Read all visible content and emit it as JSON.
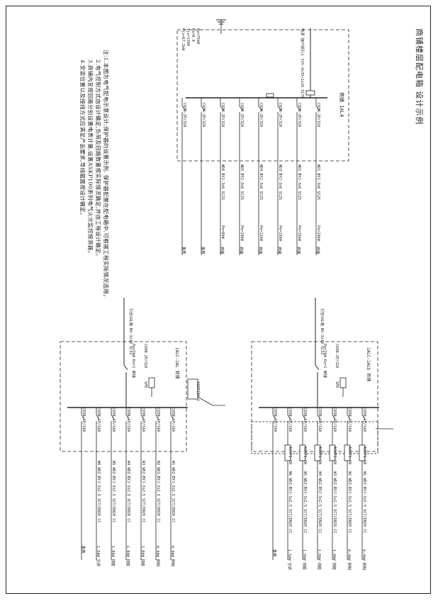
{
  "title": "商铺楼层配电箱 设计示例",
  "notes": [
    "注:1.本图为电气配电示意设计,保护器的设置示例, 保护器配置在配电箱中,可根据工程实际情况选用。",
    "2.电气控制方式由设计确定,负荷及回路数量按实际情况确定,并由工程设计确定。",
    "3.商铺内宜按回路分别设置电表计量,设置ASKP100系列电气火灾监控探测器。",
    "4.安装位置以及接线方式应满足产品要求,导线截面按设计确定。"
  ],
  "top_panel": {
    "label": "商铺 1AL4",
    "incoming": [
      "Pe=75kW",
      "Kx=0.9",
      "Ijs=130A",
      "Pjs=67.5kW"
    ],
    "incoming_cable": "电源 接户线引入 YJV-4x35+1x16 SC70",
    "circuits": [
      {
        "breaker": "C65N-2P/32A",
        "cable": "WD1 BYJ-3x6 SC25",
        "load": "Pe=20kW",
        "use": "商铺"
      },
      {
        "breaker": "C65N-2P/32A",
        "cable": "WD2 BYJ-3x6 SC25",
        "load": "Pe=15kW",
        "use": "商铺"
      },
      {
        "breaker": "C65N-2P/32A",
        "cable": "WD3 BYJ-3x6 SC25",
        "load": "Pe=15kW",
        "use": "商铺"
      },
      {
        "breaker": "C65N-2P/32A",
        "cable": "WD4 BYJ-3x6 SC25",
        "load": "Pe=12kW",
        "use": "商铺"
      },
      {
        "breaker": "C65N-2P/32A",
        "cable": "WD5 BYJ-3x6 SC25",
        "load": "Pe=10kW",
        "use": "商铺"
      },
      {
        "breaker": "C65N-2P/32A",
        "cable": "WD6 BYJ-3x6 SC25",
        "load": "Pe=8kW",
        "use": "商铺"
      },
      {
        "breaker": "C65N-2P/32A",
        "cable": "",
        "load": "",
        "use": "备用"
      },
      {
        "breaker": "C65N-2P/32A",
        "cable": "",
        "load": "",
        "use": "备用"
      }
    ]
  },
  "left_panel": {
    "label": "1ALC-1AL 商铺",
    "incoming": "Pe=7kW Kx=1 商铺",
    "main_breaker": "C65N-2P/32A",
    "spd": "SPD",
    "meter": "ASKP100-1",
    "incoming_cable": "引自1AL箱 BV-3x10 SC32",
    "circuits": [
      {
        "breaker": "C65N-1P/16A",
        "cable": "W1 WDZ-BYJ-3x2.5 SCT/DN20 CC",
        "load": "0.4kW 照明"
      },
      {
        "breaker": "C65N-1P/16A",
        "cable": "W2 WDZ-BYJ-3x2.5 SCT/DN20 CC",
        "load": "0.4kW 照明"
      },
      {
        "breaker": "C65N-1P/16A",
        "cable": "W3 WDZ-BYJ-3x2.5 SCT/DN20 CC",
        "load": "1.0kW 插座"
      },
      {
        "breaker": "C65N-1P/16A",
        "cable": "W4 WDZ-BYJ-3x2.5 SCT/DN20 CC",
        "load": "1.0kW 插座"
      },
      {
        "breaker": "C65N-1P/16A",
        "cable": "W5 WDZ-BYJ-3x2.5 SCT/DN20 CC",
        "load": "1.0kW 插座"
      },
      {
        "breaker": "C65N-1P/16A",
        "cable": "W6 WDZ-BYJ-3x2.5 SCT/DN20 CC",
        "load": "1.5kW 空调"
      },
      {
        "breaker": "C65N-1P/16A",
        "cable": "",
        "load": "备用"
      }
    ]
  },
  "right_panel": {
    "label": "1ALC-1ALb 商铺",
    "incoming": "Pe=7kW Kx=1 商铺",
    "main_breaker": "C65N-2P/32A",
    "spd": "SPD",
    "incoming_cable": "引自1AL箱 BV-3x10 SC32",
    "circuits": [
      {
        "breaker": "C65N-1P/16A",
        "rcd": "ASKP1-1N",
        "cable": "W1 WDZ-BYJ-3x2.5 SCT/DN20 CC",
        "load": "0.4kW 照明"
      },
      {
        "breaker": "C65N-1P/16A",
        "rcd": "ASKP1-1N",
        "cable": "W2 WDZ-BYJ-3x2.5 SCT/DN20 CC",
        "load": "0.4kW 照明"
      },
      {
        "breaker": "C65N-1P/16A",
        "rcd": "ASKP1-1N",
        "cable": "W3 WDZ-BYJ-3x2.5 SCT/DN20 CC",
        "load": "1.0kW 插座"
      },
      {
        "breaker": "C65N-1P/16A",
        "rcd": "ASKP1-1N",
        "cable": "W4 WDZ-BYJ-3x2.5 SCT/DN20 CC",
        "load": "1.0kW 插座"
      },
      {
        "breaker": "C65N-1P/16A",
        "rcd": "ASKP1-1N",
        "cable": "W5 WDZ-BYJ-3x2.5 SCT/DN20 CC",
        "load": "1.0kW 插座"
      },
      {
        "breaker": "C65N-1P/16A",
        "rcd": "ASKP1-1N",
        "cable": "W6 WDZ-BYJ-3x2.5 SCT/DN20 CC",
        "load": "1.5kW 空调"
      },
      {
        "breaker": "C65N-1P/16A",
        "rcd": "",
        "cable": "",
        "load": "备用"
      }
    ]
  }
}
